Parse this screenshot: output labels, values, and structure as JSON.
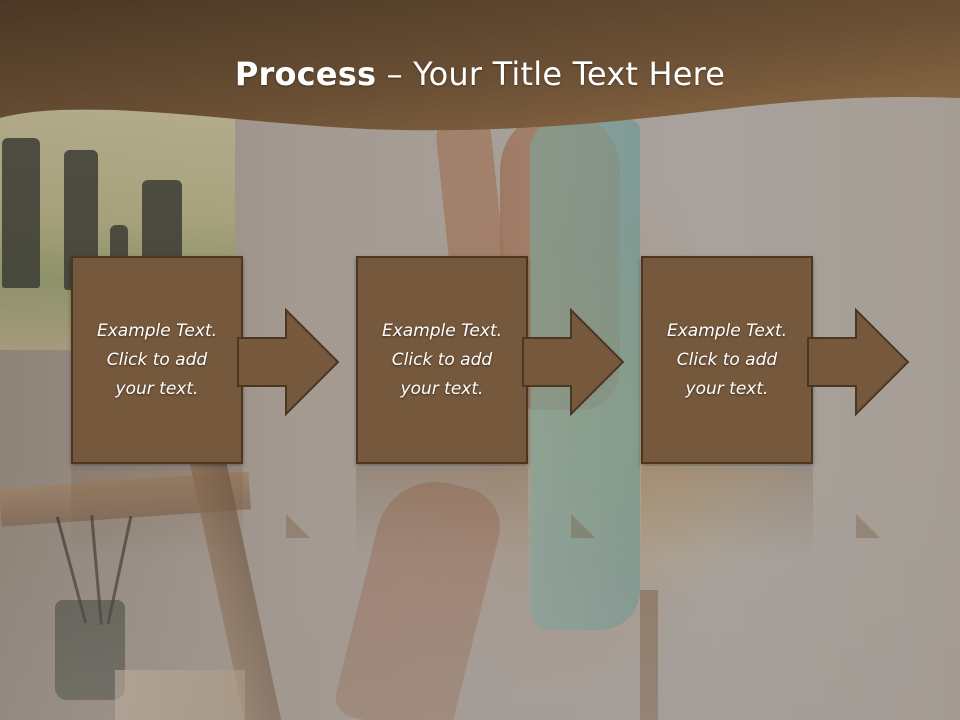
{
  "slide": {
    "title_bold": "Process",
    "title_rest": " – Your Title Text Here",
    "steps": [
      {
        "line1": "Example Text.",
        "line2": "Click  to add",
        "line3": "your text."
      },
      {
        "line1": "Example Text.",
        "line2": "Click  to add",
        "line3": "your text."
      },
      {
        "line1": "Example Text.",
        "line2": "Click  to add",
        "line3": "your text."
      }
    ]
  },
  "colors": {
    "header_dark": "#4d3a27",
    "header_light": "#8a6a45",
    "box_fill": "#76593d",
    "box_border": "#4a3623",
    "text": "#ffffff"
  }
}
